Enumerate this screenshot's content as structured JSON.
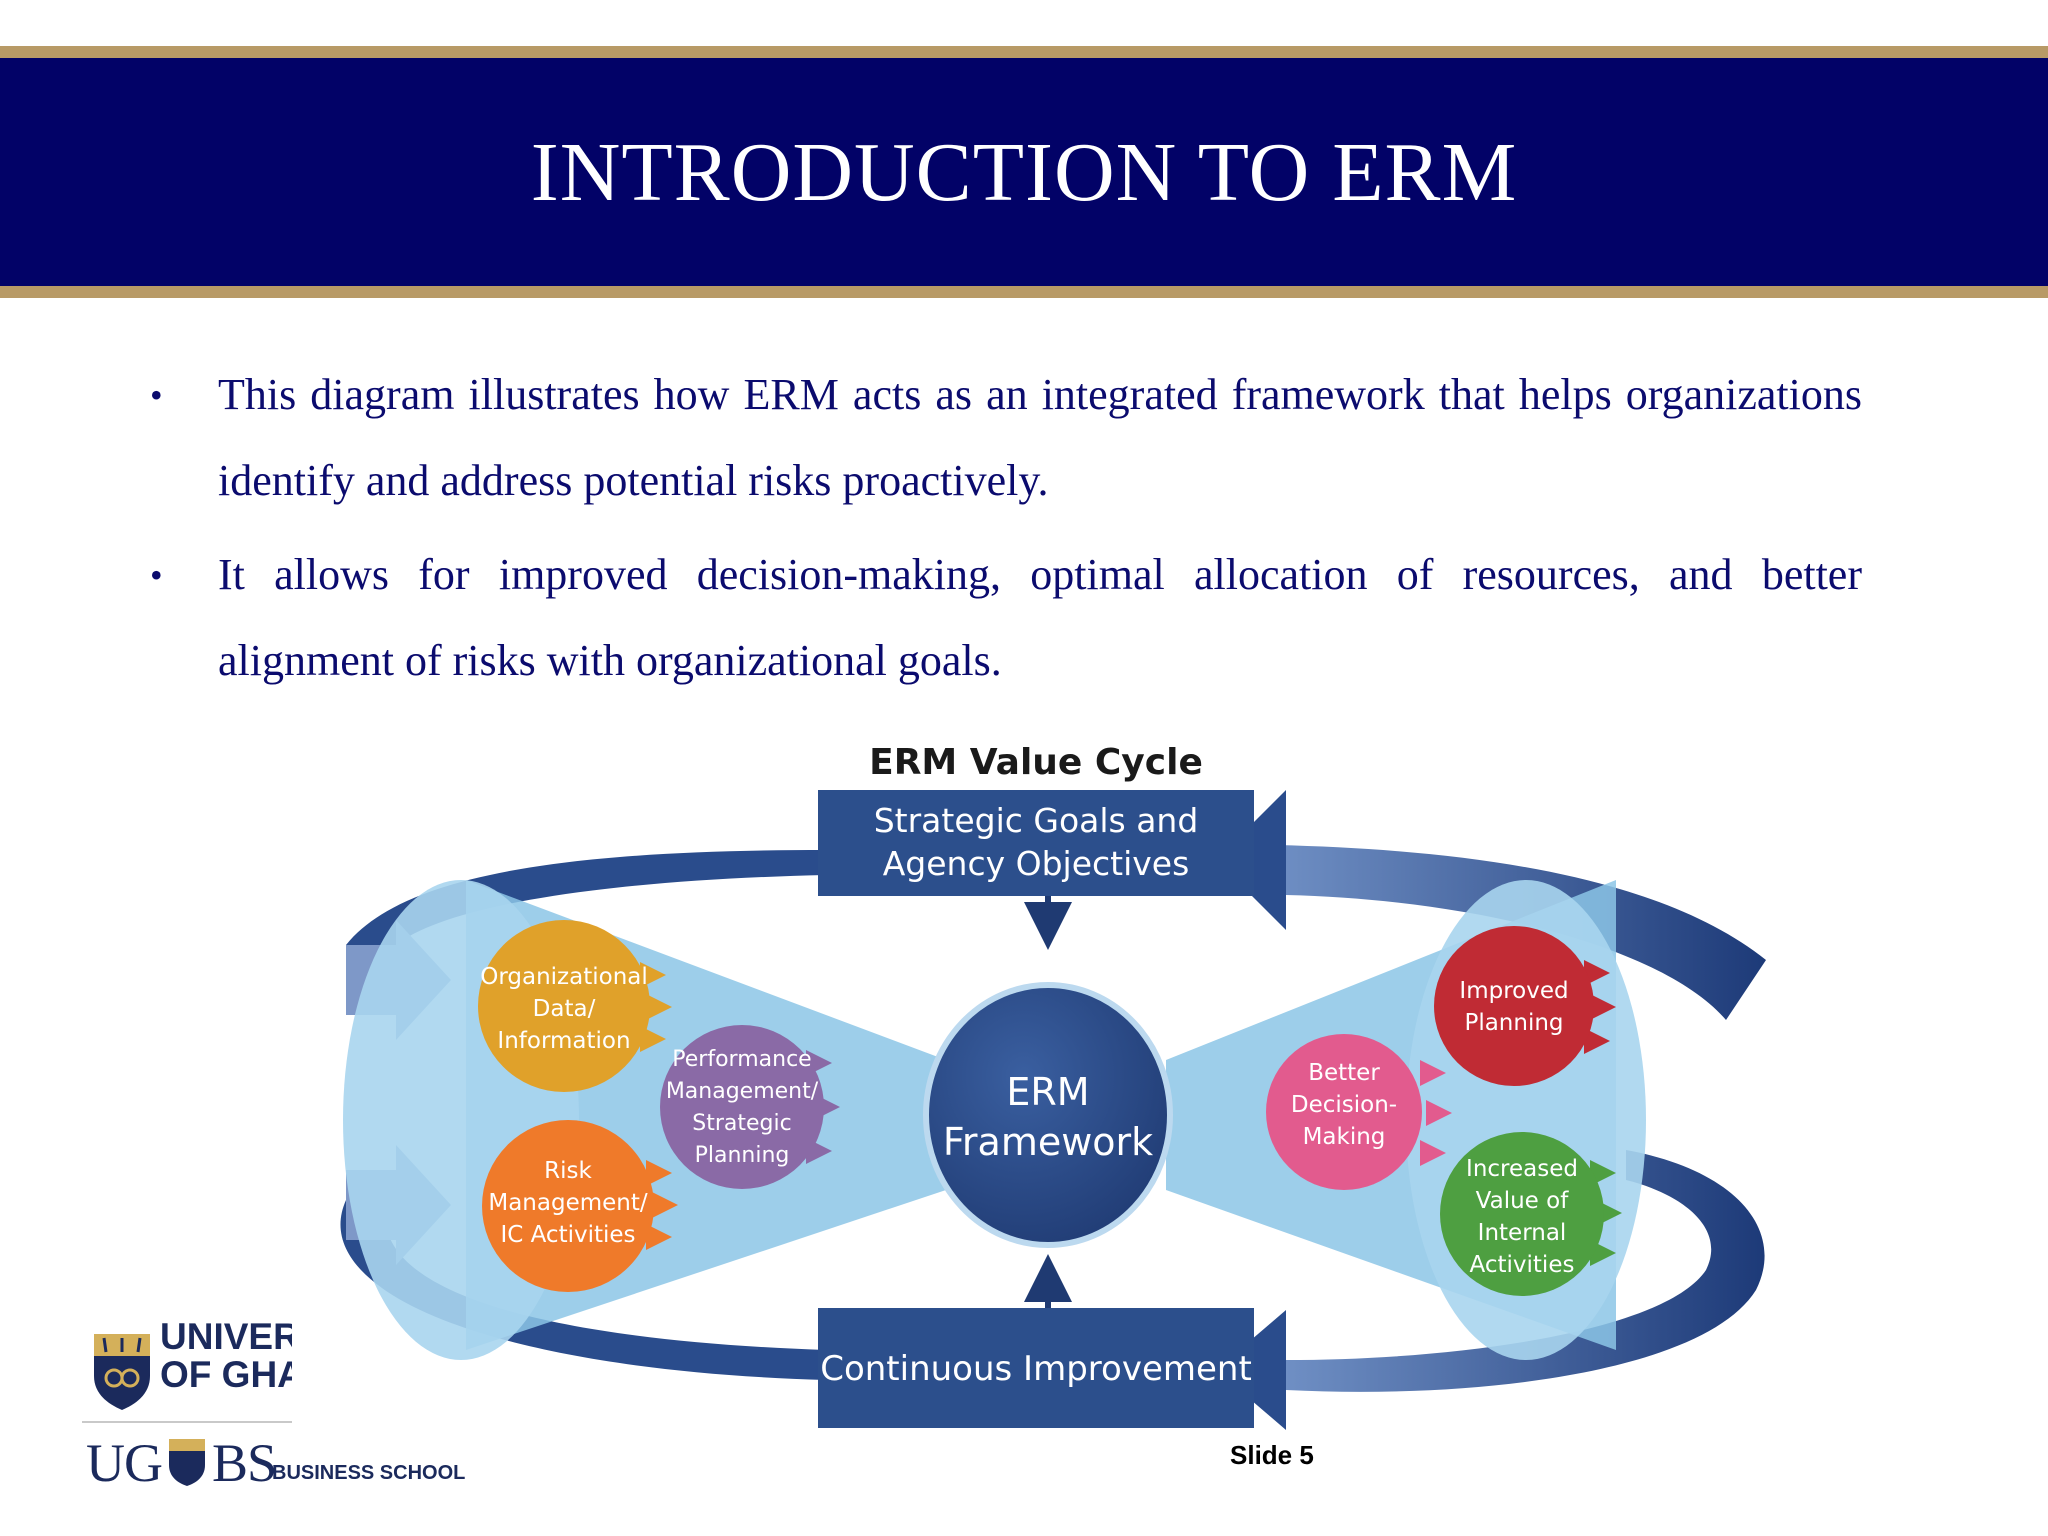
{
  "slide": {
    "title": "INTRODUCTION TO ERM",
    "bullets": [
      "This diagram illustrates how ERM acts as an integrated framework that helps organizations identify and address potential risks proactively.",
      "It allows for improved decision-making, optimal allocation of resources, and better alignment of risks with organizational goals."
    ],
    "slide_number": "Slide 5"
  },
  "diagram": {
    "title": "ERM Value Cycle",
    "top_box": [
      "Strategic Goals and",
      "Agency Objectives"
    ],
    "bottom_box": "Continuous Improvement",
    "center": [
      "ERM",
      "Framework"
    ],
    "left_nodes": {
      "org_data": [
        "Organizational",
        "Data/",
        "Information"
      ],
      "risk_mgmt": [
        "Risk",
        "Management/",
        "IC Activities"
      ],
      "performance": [
        "Performance",
        "Management/",
        "Strategic",
        "Planning"
      ]
    },
    "right_nodes": {
      "better_decision": [
        "Better",
        "Decision-",
        "Making"
      ],
      "improved_planning": [
        "Improved",
        "Planning"
      ],
      "increased_value": [
        "Increased",
        "Value of",
        "Internal",
        "Activities"
      ]
    }
  },
  "logo": {
    "line1": "UNIVERSITY",
    "line2": "OF GHANA",
    "ug": "UG",
    "bs": "BS",
    "business_school": "BUSINESS SCHOOL"
  },
  "colors": {
    "banner": "#020267",
    "gold": "#b89a66",
    "body_text": "#0b0b6e",
    "diagram_box": "#2c4f8c",
    "org_data": "#e0a12a",
    "risk_mgmt": "#ef7a2a",
    "performance": "#8a6aa6",
    "better_decision": "#e25b8e",
    "improved_planning": "#c02b34",
    "increased_value": "#4e9f41"
  }
}
